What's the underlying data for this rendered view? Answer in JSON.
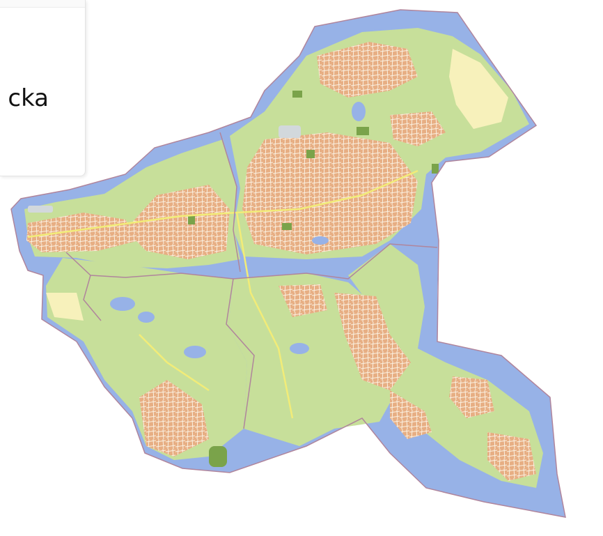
{
  "panel": {
    "district_label": "cka"
  },
  "map": {
    "colors": {
      "water": "#97b2e7",
      "land": "#c7df9a",
      "residential": "#e7ae83",
      "residential_streets": "#fbf2e3",
      "forest": "#7aa34a",
      "open_field": "#f7f1bb",
      "industrial": "#d2d8dc",
      "road": "#f2ec78",
      "boundary": "#b0859c"
    },
    "districts": [
      {
        "id": "north-east",
        "type": "district"
      },
      {
        "id": "north-west",
        "type": "district"
      },
      {
        "id": "south-west",
        "type": "district"
      },
      {
        "id": "south-center",
        "type": "district"
      },
      {
        "id": "south-east",
        "type": "district"
      }
    ]
  }
}
